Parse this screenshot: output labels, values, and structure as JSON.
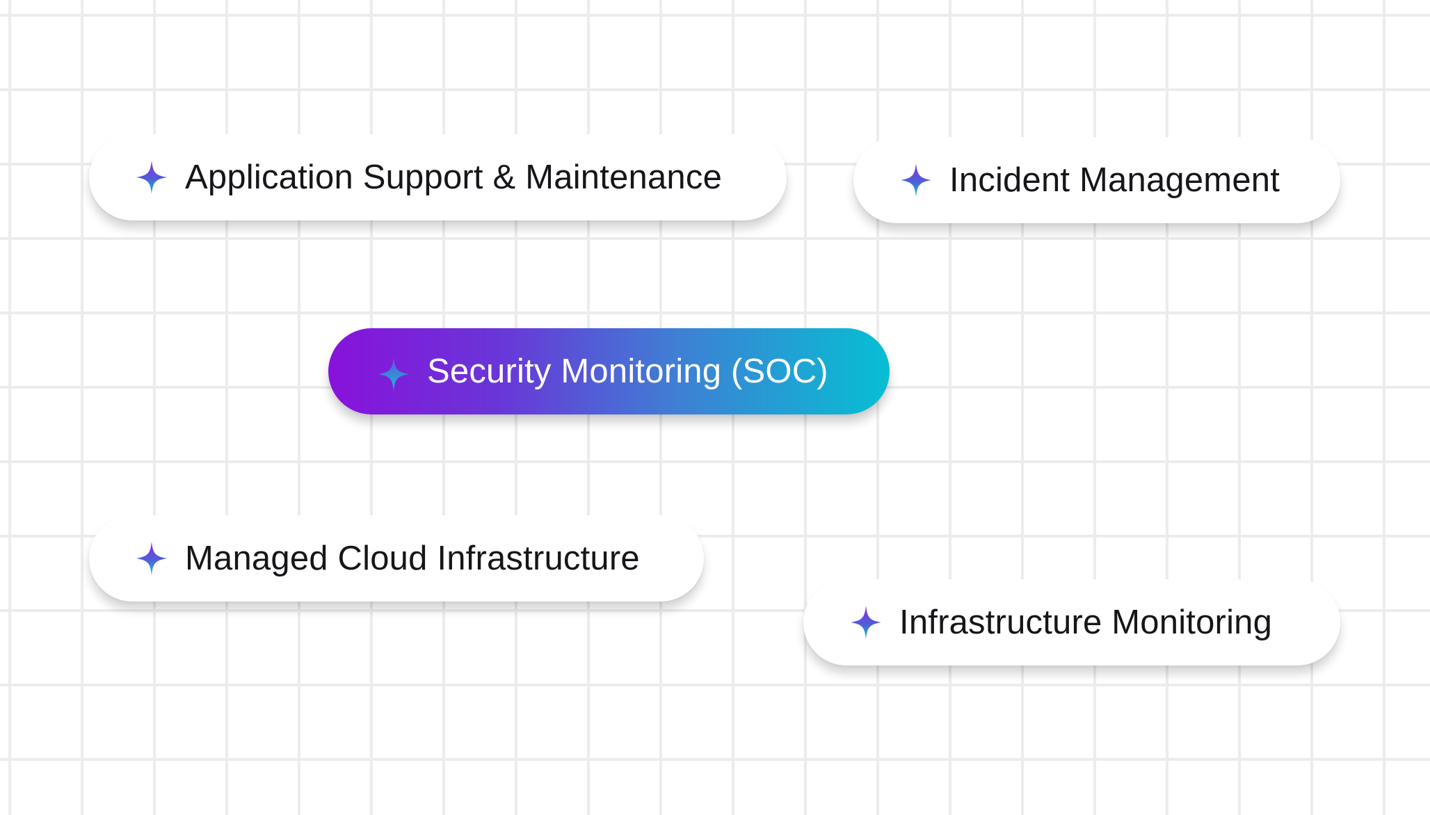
{
  "pills": [
    {
      "label": "Application Support & Maintenance",
      "icon": "sparkle-icon",
      "active": false
    },
    {
      "label": "Incident Management",
      "icon": "sparkle-icon",
      "active": false
    },
    {
      "label": "Security Monitoring (SOC)",
      "icon": "sparkle-icon",
      "active": true
    },
    {
      "label": "Managed Cloud Infrastructure",
      "icon": "sparkle-icon",
      "active": false
    },
    {
      "label": "Infrastructure Monitoring",
      "icon": "sparkle-icon",
      "active": false
    }
  ],
  "colors": {
    "background": "#ffffff",
    "grid_line": "#ececec",
    "pill_bg": "#ffffff",
    "pill_text": "#16161a",
    "active_gradient_start": "#8812da",
    "active_gradient_end": "#06bfd3",
    "active_text": "#ffffff",
    "icon_top": "#7b3fe4",
    "icon_bottom": "#0fb5d6"
  }
}
